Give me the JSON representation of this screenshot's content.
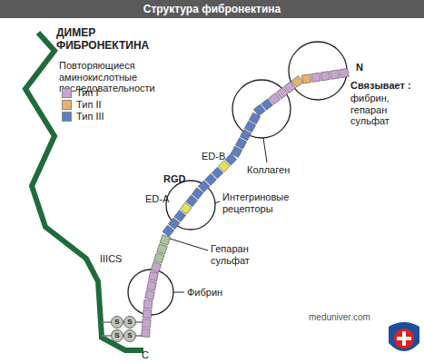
{
  "diagram": {
    "title": "Структура фибронектина",
    "labels": [
      "ДИМЕР ФИБРОНЕКТИНА",
      "Повторяющиеся аминокислотные последовательности",
      "N",
      "Связывает :",
      "фибрин, гепаран сульфат",
      "Коллаген",
      "ED-B",
      "RGD",
      "ED-A",
      "Интегриновые рецепторы",
      "Гепаран сульфат",
      "IIICS",
      "Фибрин",
      "C",
      "meduniver.com",
      "S",
      "S",
      "S",
      "S"
    ],
    "legend": [
      {
        "text": "Тип I",
        "color": "#c9a3d1"
      },
      {
        "text": "Тип II",
        "color": "#e8b36a"
      },
      {
        "text": "Тип III",
        "color": "#5b7fc4"
      }
    ]
  }
}
